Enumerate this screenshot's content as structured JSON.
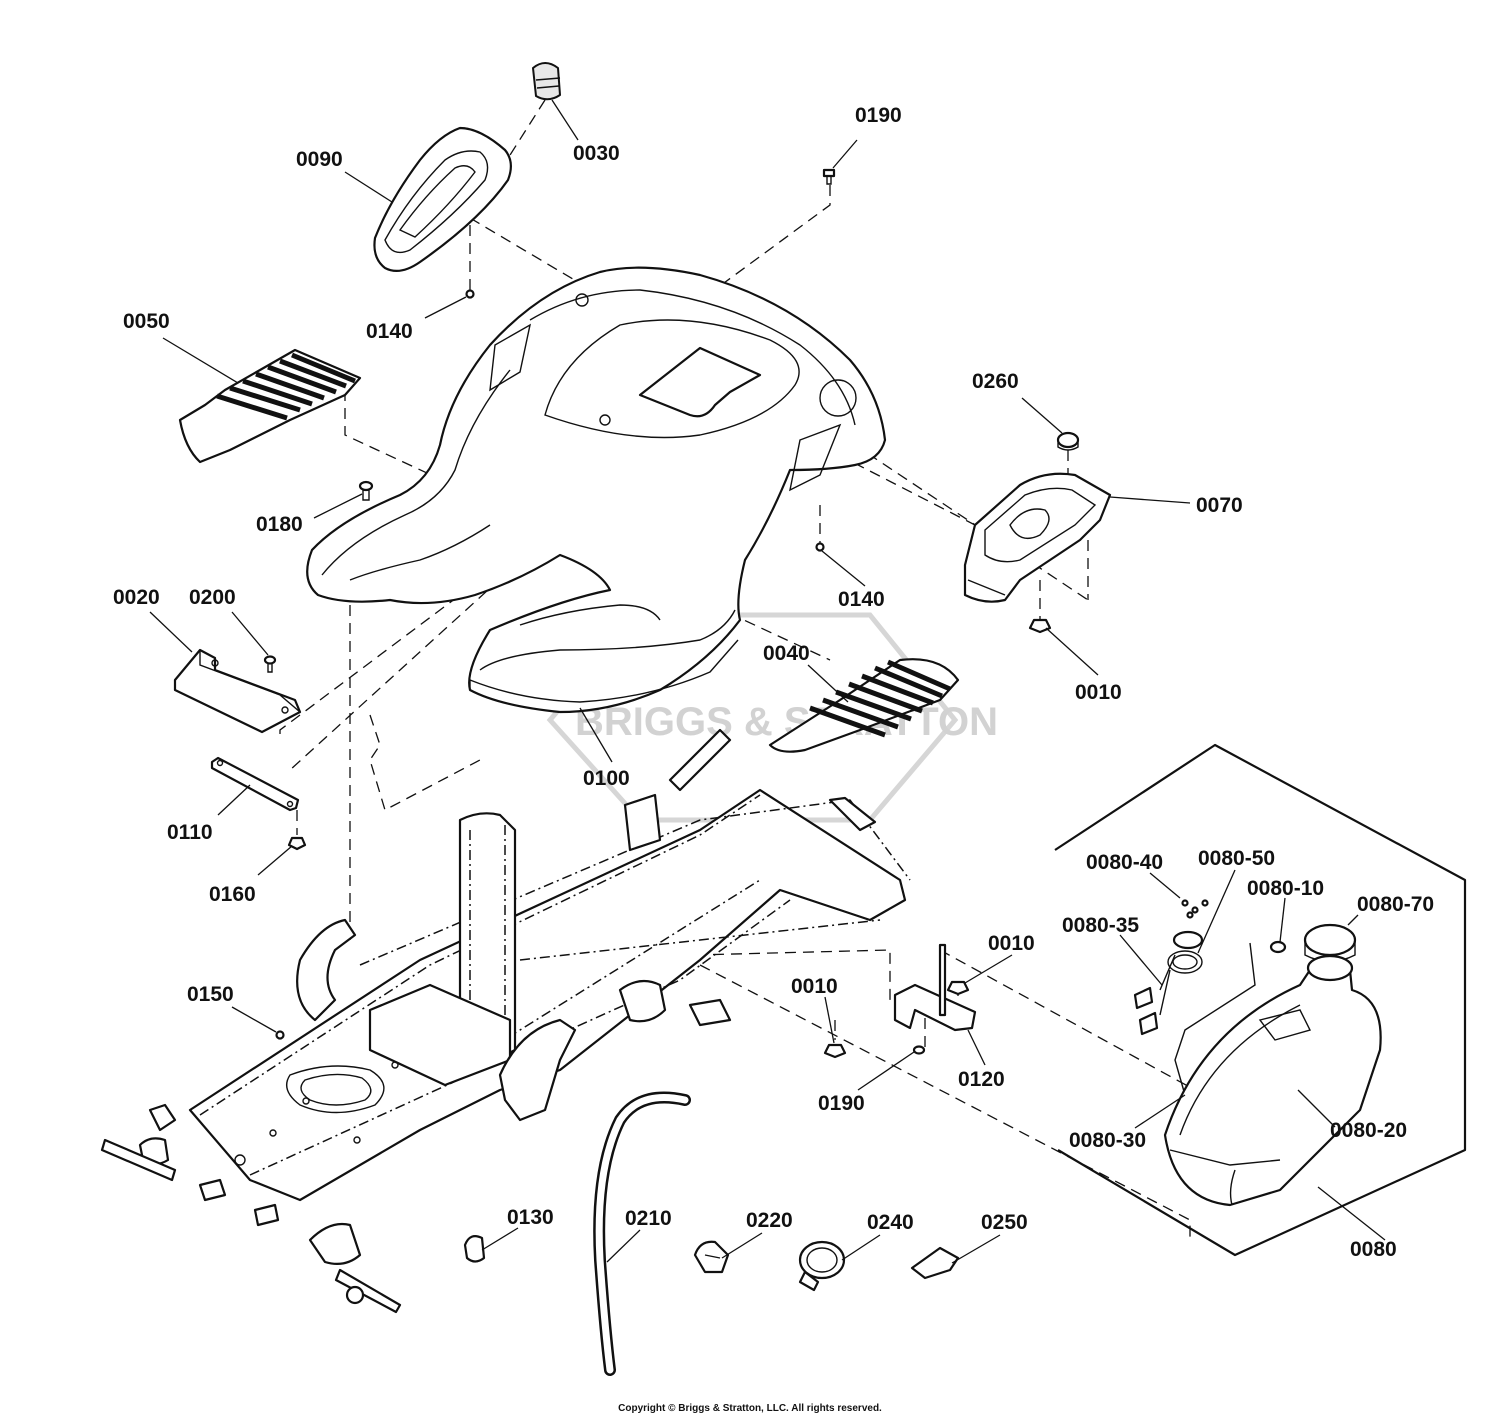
{
  "watermark": {
    "text": "BRIGGS & STRATTON"
  },
  "callouts": [
    {
      "id": "c0030",
      "text": "0030"
    },
    {
      "id": "c0090",
      "text": "0090"
    },
    {
      "id": "c0190a",
      "text": "0190"
    },
    {
      "id": "c0140a",
      "text": "0140"
    },
    {
      "id": "c0050",
      "text": "0050"
    },
    {
      "id": "c0260",
      "text": "0260"
    },
    {
      "id": "c0070",
      "text": "0070"
    },
    {
      "id": "c0180",
      "text": "0180"
    },
    {
      "id": "c0140b",
      "text": "0140"
    },
    {
      "id": "c0020",
      "text": "0020"
    },
    {
      "id": "c0200",
      "text": "0200"
    },
    {
      "id": "c0040",
      "text": "0040"
    },
    {
      "id": "c0010a",
      "text": "0010"
    },
    {
      "id": "c0100",
      "text": "0100"
    },
    {
      "id": "c0110",
      "text": "0110"
    },
    {
      "id": "c0160",
      "text": "0160"
    },
    {
      "id": "c0080-40",
      "text": "0080-40"
    },
    {
      "id": "c0080-50",
      "text": "0080-50"
    },
    {
      "id": "c0080-10",
      "text": "0080-10"
    },
    {
      "id": "c0080-70",
      "text": "0080-70"
    },
    {
      "id": "c0080-35",
      "text": "0080-35"
    },
    {
      "id": "c0010b",
      "text": "0010"
    },
    {
      "id": "c0010c",
      "text": "0010"
    },
    {
      "id": "c0150",
      "text": "0150"
    },
    {
      "id": "c0120",
      "text": "0120"
    },
    {
      "id": "c0190b",
      "text": "0190"
    },
    {
      "id": "c0080-30",
      "text": "0080-30"
    },
    {
      "id": "c0080-20",
      "text": "0080-20"
    },
    {
      "id": "c0130",
      "text": "0130"
    },
    {
      "id": "c0210",
      "text": "0210"
    },
    {
      "id": "c0220",
      "text": "0220"
    },
    {
      "id": "c0240",
      "text": "0240"
    },
    {
      "id": "c0250",
      "text": "0250"
    },
    {
      "id": "c0080",
      "text": "0080"
    }
  ],
  "copyright": "Copyright © Briggs & Stratton, LLC. All rights reserved."
}
